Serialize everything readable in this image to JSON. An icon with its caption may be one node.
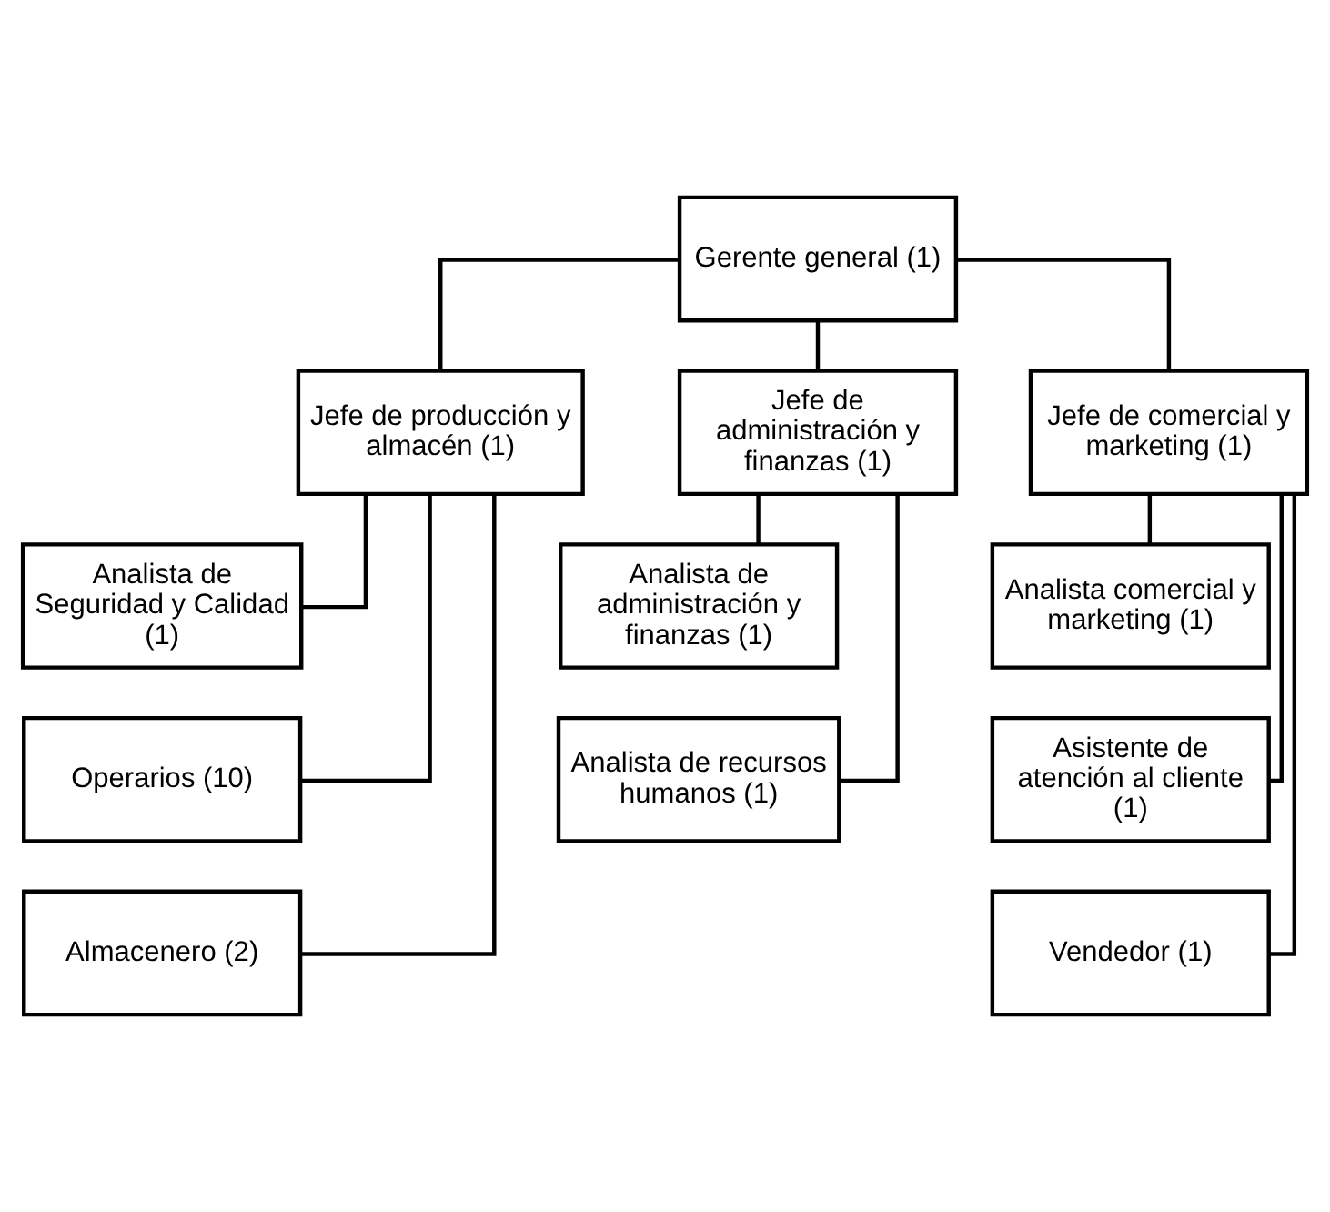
{
  "diagram": {
    "nodes": [
      {
        "text": [
          "Gerente general (1)"
        ]
      },
      {
        "text": [
          "Jefe de producción y almacén (1)"
        ]
      },
      {
        "text": [
          "Jefe de administración y finanzas (1)"
        ]
      },
      {
        "text": [
          "Jefe de comercial y marketing (1)"
        ]
      },
      {
        "text": [
          "Analista de Seguridad y Calidad (1)"
        ]
      },
      {
        "text": [
          "Operarios (10)"
        ]
      },
      {
        "text": [
          "Almacenero (2)"
        ]
      },
      {
        "text": [
          "Analista de administración y finanzas (1)"
        ]
      },
      {
        "text": [
          "Analista de recursos humanos (1)"
        ]
      },
      {
        "text": [
          "Analista comercial y marketing (1)"
        ]
      },
      {
        "text": [
          "Asistente de atención al cliente (1)"
        ]
      },
      {
        "text": [
          "Vendedor (1)"
        ]
      }
    ],
    "edges": [
      {
        "from": 0,
        "to": 1,
        "arrow": "none"
      },
      {
        "from": 0,
        "to": 2,
        "arrow": "none"
      },
      {
        "from": 0,
        "to": 3,
        "arrow": "none"
      },
      {
        "from": 1,
        "to": 4,
        "arrow": "none"
      },
      {
        "from": 1,
        "to": 5,
        "arrow": "none"
      },
      {
        "from": 1,
        "to": 6,
        "arrow": "none"
      },
      {
        "from": 2,
        "to": 7,
        "arrow": "none"
      },
      {
        "from": 2,
        "to": 8,
        "arrow": "none"
      },
      {
        "from": 3,
        "to": 9,
        "arrow": "none"
      },
      {
        "from": 3,
        "to": 10,
        "arrow": "none"
      },
      {
        "from": 3,
        "to": 11,
        "arrow": "none"
      }
    ]
  }
}
